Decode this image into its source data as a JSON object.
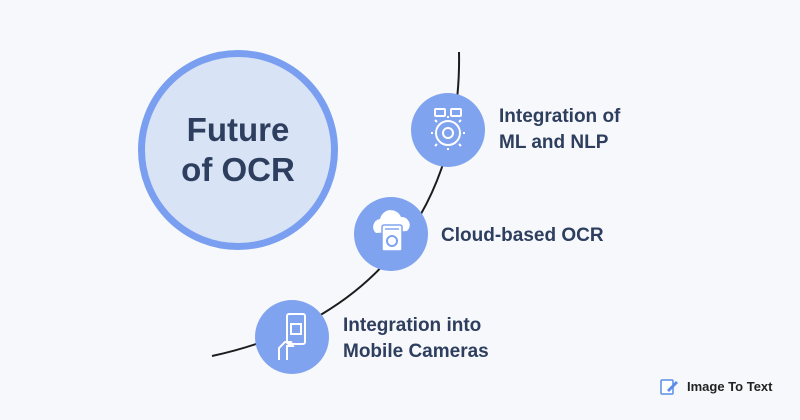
{
  "title": "Future\nof OCR",
  "items": [
    {
      "label": "Integration of\nML and NLP",
      "icon": "ml-nlp-gear-icon"
    },
    {
      "label": "Cloud-based OCR",
      "icon": "cloud-document-icon"
    },
    {
      "label": "Integration into\nMobile Cameras",
      "icon": "phone-scan-icon"
    }
  ],
  "brand": {
    "name": "Image To Text",
    "icon": "edit-note-icon"
  },
  "colors": {
    "accent": "#7b9ff0",
    "node": "#80a3ef",
    "text": "#2e3e5e",
    "circle_fill": "#d9e3f6"
  }
}
